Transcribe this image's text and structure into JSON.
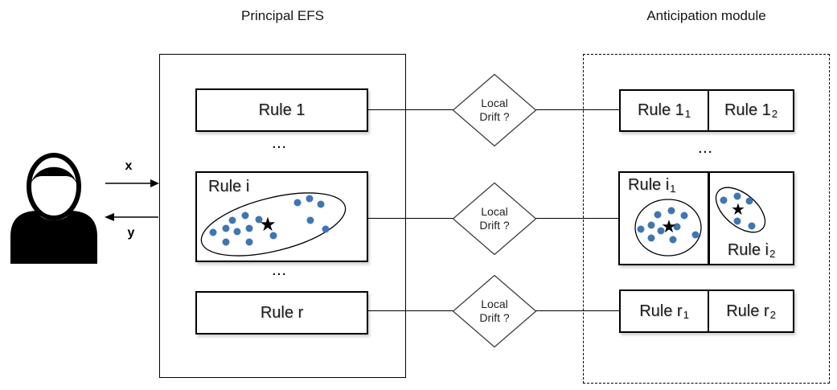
{
  "titles": {
    "principal": "Principal EFS",
    "anticipation": "Anticipation module"
  },
  "io": {
    "input_label": "x",
    "output_label": "y"
  },
  "principal": {
    "rule1_label": "Rule 1",
    "rulei_label": "Rule i",
    "ruler_label": "Rule r",
    "ellipsis_top": "...",
    "ellipsis_bottom": "..."
  },
  "diamond": {
    "line1": "Local",
    "line2": "Drift ?"
  },
  "anticipation": {
    "ellipsis": "...",
    "rule1_left_base": "Rule 1",
    "rule1_left_sub": "1",
    "rule1_right_base": "Rule 1",
    "rule1_right_sub": "2",
    "rulei_left_base": "Rule i",
    "rulei_left_sub": "1",
    "rulei_right_base": "Rule i",
    "rulei_right_sub": "2",
    "ruler_left_base": "Rule r",
    "ruler_left_sub": "1",
    "ruler_right_base": "Rule r",
    "ruler_right_sub": "2"
  },
  "colors": {
    "dot": "#3e76b5",
    "line": "#000000",
    "diamond_border": "#3f3f3f"
  },
  "scatter": {
    "principal_rule_i": {
      "star": [
        88,
        66
      ],
      "star_size": 24,
      "points": [
        [
          125,
          37
        ],
        [
          140,
          32
        ],
        [
          154,
          39
        ],
        [
          44,
          59
        ],
        [
          60,
          53
        ],
        [
          77,
          58
        ],
        [
          20,
          74
        ],
        [
          36,
          69
        ],
        [
          50,
          73
        ],
        [
          65,
          69
        ],
        [
          36,
          86
        ],
        [
          65,
          86
        ],
        [
          95,
          78
        ],
        [
          141,
          59
        ],
        [
          160,
          70
        ]
      ]
    },
    "anticipation_rule_i1": {
      "star": [
        61,
        68
      ],
      "star_size": 22,
      "points": [
        [
          47,
          52
        ],
        [
          64,
          47
        ],
        [
          80,
          53
        ],
        [
          26,
          70
        ],
        [
          39,
          65
        ],
        [
          51,
          72
        ],
        [
          71,
          67
        ],
        [
          94,
          77
        ],
        [
          39,
          81
        ],
        [
          66,
          83
        ]
      ]
    },
    "anticipation_rule_i2": {
      "star": [
        35,
        47
      ],
      "star_size": 20,
      "points": [
        [
          17,
          34
        ],
        [
          34,
          29
        ],
        [
          49,
          35
        ],
        [
          34,
          60
        ],
        [
          52,
          66
        ]
      ]
    }
  }
}
